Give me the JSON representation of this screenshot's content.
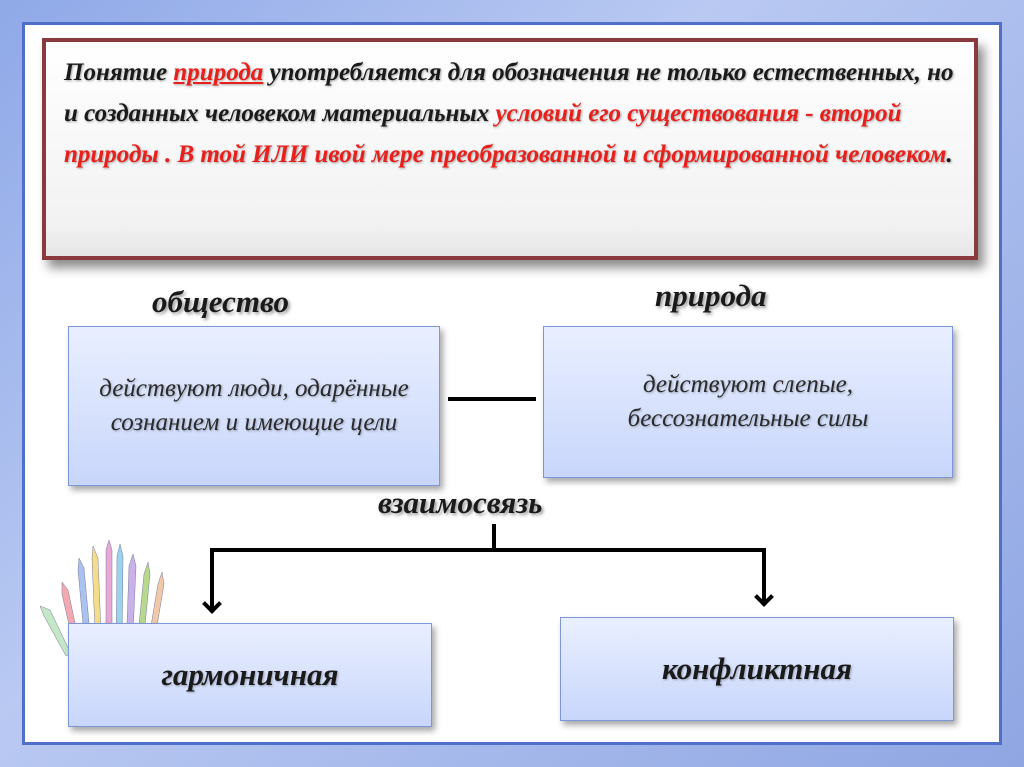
{
  "definition": {
    "segments": [
      {
        "text": "Понятие  ",
        "style": "normal"
      },
      {
        "text": "природа",
        "style": "red-underline"
      },
      {
        "text": " употребляется для обозначения не только естественных, но и созданных человеком материальных ",
        "style": "normal"
      },
      {
        "text": "условий его существования -  второй природы . В той ИЛИ ивой мере преобразованной и сформированной человеком",
        "style": "red"
      },
      {
        "text": ".",
        "style": "normal"
      }
    ]
  },
  "labels": {
    "society": "общество",
    "nature": "природа",
    "relation": "взаимосвязь"
  },
  "boxes": {
    "society_text": "действуют люди, одарённые сознанием и имеющие цели",
    "nature_text": "действуют слепые, бессознательные  силы",
    "harmonious": "гармоничная",
    "conflict": "конфликтная"
  },
  "colors": {
    "accent_red": "#e8201c",
    "frame_blue": "#4f6fc9",
    "definition_border": "#8a3a3f"
  }
}
